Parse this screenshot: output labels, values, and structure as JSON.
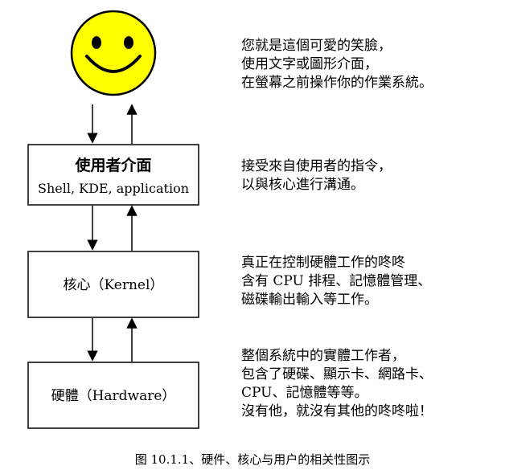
{
  "layers": [
    {
      "id": "ui",
      "title": "使用者介面",
      "subtitle": "Shell, KDE, application",
      "desc": [
        "接受來自使用者的指令，",
        "以與核心進行溝通。"
      ]
    },
    {
      "id": "kernel",
      "title": "核心（Kernel）",
      "desc": [
        "真正在控制硬體工作的咚咚",
        "含有 CPU 排程、記憶體管理、",
        "磁碟輸出輸入等工作。"
      ]
    },
    {
      "id": "hardware",
      "title": "硬體（Hardware）",
      "desc": [
        "整個系統中的實體工作者，",
        "包含了硬碟、顯示卡、網路卡、",
        "CPU、記憶體等等。",
        "沒有他，就沒有其他的咚咚啦！"
      ]
    }
  ],
  "user": {
    "icon": "smiley-face-icon",
    "color": "#ffff00",
    "desc": [
      "您就是這個可愛的笑臉，",
      "使用文字或圖形介面，",
      "在螢幕之前操作你的作業系統。"
    ]
  },
  "caption": "图 10.1.1、硬件、核心与用户的相关性图示"
}
